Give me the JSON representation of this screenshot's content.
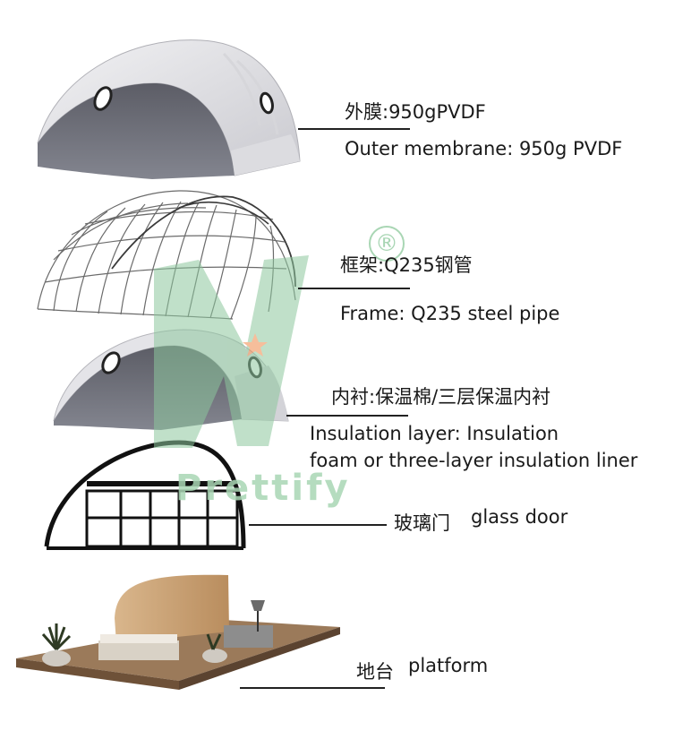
{
  "layers": [
    {
      "label_cn": "外膜:950gPVDF",
      "label_en": "Outer membrane: 950g PVDF"
    },
    {
      "label_cn": "框架:Q235钢管",
      "label_en": "Frame: Q235 steel pipe"
    },
    {
      "label_cn": "内衬:保温棉/三层保温内衬",
      "label_en_line1": "Insulation layer: Insulation",
      "label_en_line2": "foam or three-layer insulation liner"
    },
    {
      "label_cn": "玻璃门",
      "label_en": "glass door"
    },
    {
      "label_cn": "地台",
      "label_en": "platform"
    }
  ],
  "watermark": {
    "text": "Prettify",
    "mark": "®",
    "color": "#a9d6b4",
    "accent": "#f08a4b"
  }
}
